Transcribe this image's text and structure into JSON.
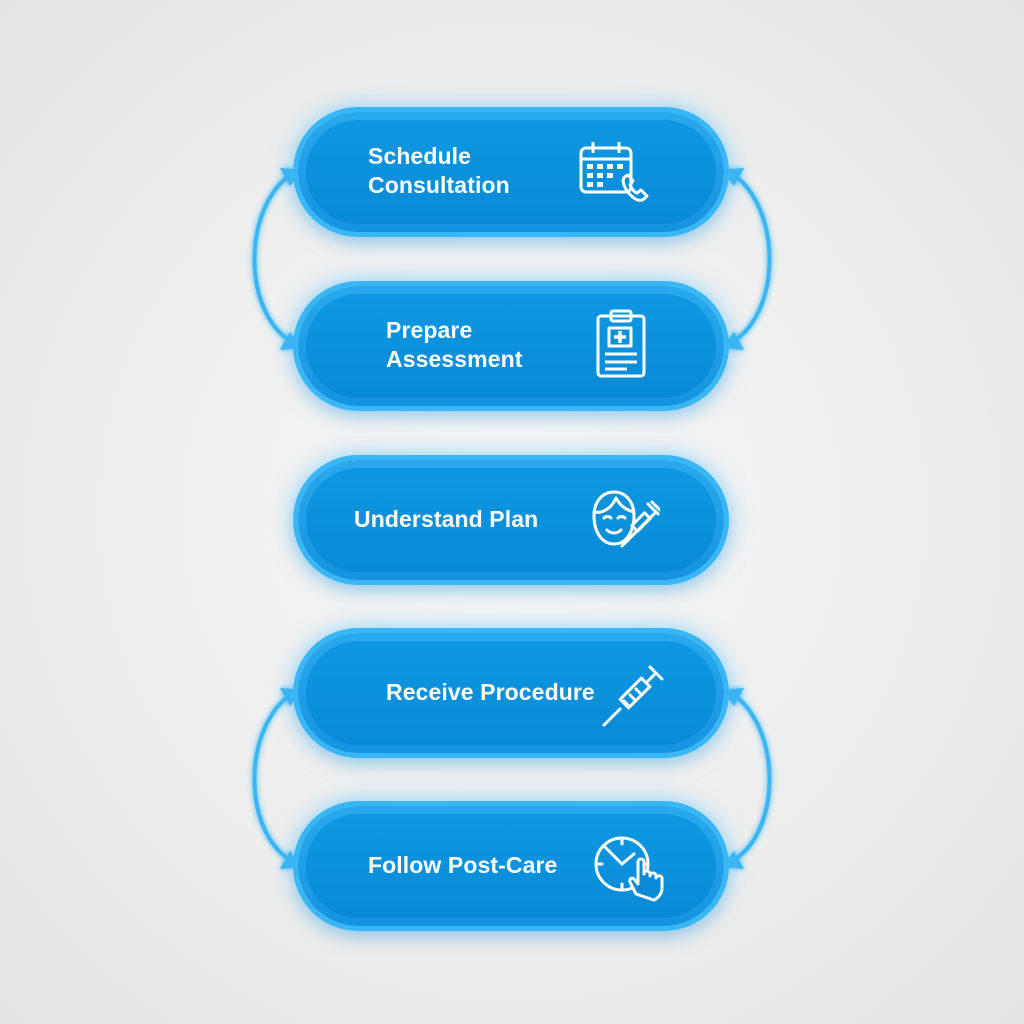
{
  "steps": [
    {
      "line1": "Schedule",
      "line2": "Consultation",
      "icon": "calendar-phone-icon"
    },
    {
      "line1": "Prepare",
      "line2": "Assessment",
      "icon": "clipboard-medical-icon"
    },
    {
      "line1": "Understand Plan",
      "line2": "",
      "icon": "face-syringe-icon"
    },
    {
      "line1": "Receive Procedure",
      "line2": "",
      "icon": "syringe-icon"
    },
    {
      "line1": "Follow Post-Care",
      "line2": "",
      "icon": "clock-hand-icon"
    }
  ],
  "colors": {
    "pill_fill": "#0a8ad6",
    "pill_border": "#39b6f5",
    "arrow": "#3ab6f2",
    "text": "#ffffff",
    "background": "#ececec"
  }
}
